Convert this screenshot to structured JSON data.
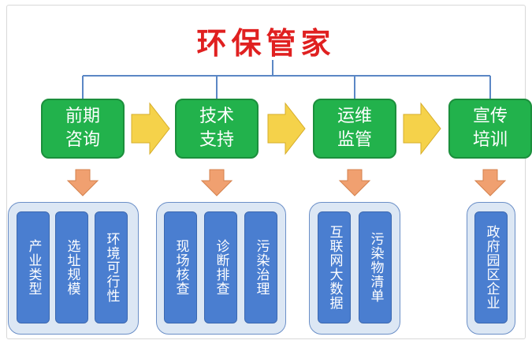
{
  "title": "环保管家",
  "colors": {
    "title": "#e02020",
    "stage_fill": "#22b24c",
    "connector": "#5b87c5",
    "arrow_right_fill": "#f5d24a",
    "arrow_down_fill": "#f0a070",
    "group_fill": "#dce7f4",
    "item_fill": "#4a7ed0"
  },
  "stages": [
    {
      "label": "前期\n咨询",
      "items": [
        "产业类型",
        "选址规模",
        "环境可行性"
      ]
    },
    {
      "label": "技术\n支持",
      "items": [
        "现场核查",
        "诊断排查",
        "污染治理"
      ]
    },
    {
      "label": "运维\n监管",
      "items": [
        "互联网大数据",
        "污染物清单"
      ]
    },
    {
      "label": "宣传\n培训",
      "items": [
        "政府园区企业"
      ]
    }
  ]
}
